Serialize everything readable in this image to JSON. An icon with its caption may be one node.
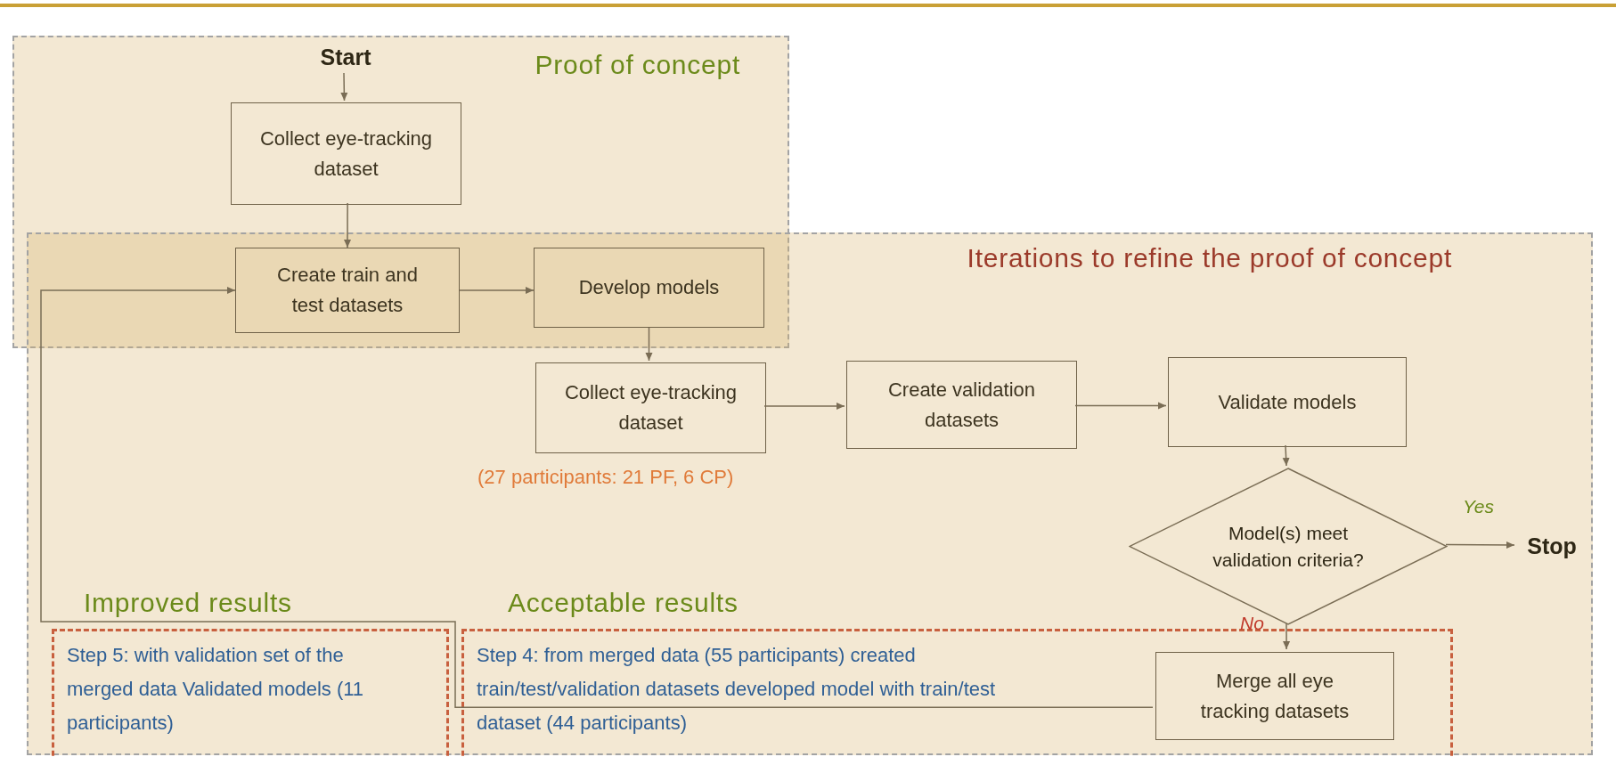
{
  "diagram": {
    "nodes": [
      {
        "text": [
          "Proof of concept"
        ]
      },
      {
        "text": [
          "Start"
        ],
        "in": 0
      },
      {
        "text": [
          "Collect eye-tracking dataset"
        ],
        "in": 0
      },
      {
        "text": [
          "Iterations to refine the proof of concept"
        ]
      },
      {
        "text": [
          "Create train and test datasets"
        ]
      },
      {
        "text": [
          "Develop models"
        ]
      },
      {
        "text": [
          "Collect eye-tracking dataset"
        ],
        "in": 3,
        "beside": [
          "(27 participants: 21 PF, 6 CP)"
        ]
      },
      {
        "text": [
          "Create validation datasets"
        ],
        "in": 3
      },
      {
        "text": [
          "Validate models"
        ],
        "in": 3
      },
      {
        "text": [
          "Model(s) meet validation criteria?"
        ],
        "in": 3
      },
      {
        "text": [
          "Stop"
        ],
        "in": 3
      },
      {
        "text": [
          "Step 5: with validation set of the merged data Validated models (11 participants)"
        ]
      },
      {
        "text": [
          "Step 4: from merged data (55 participants) created train/test/validation datasets developed model with train/test dataset (44 participants)"
        ]
      },
      {
        "text": [
          "Merge  all eye tracking datasets"
        ],
        "in": 12
      }
    ],
    "edges": [
      {
        "from": 1,
        "to": 2,
        "arrow": "to"
      },
      {
        "from": 2,
        "to": 4,
        "arrow": "to"
      },
      {
        "from": 4,
        "to": 5,
        "arrow": "to"
      },
      {
        "from": 5,
        "to": 6,
        "arrow": "to"
      },
      {
        "from": 6,
        "to": 7,
        "arrow": "to"
      },
      {
        "from": 7,
        "to": 8,
        "arrow": "to"
      },
      {
        "from": 8,
        "to": 9,
        "arrow": "to"
      },
      {
        "from": 9,
        "to": 10,
        "arrow": "to",
        "label": "Yes"
      },
      {
        "from": 9,
        "to": 13,
        "arrow": "to",
        "label": "No"
      },
      {
        "from": 13,
        "to": 4,
        "arrow": "to"
      }
    ],
    "labels": [
      "Improved results",
      "Acceptable results"
    ]
  }
}
